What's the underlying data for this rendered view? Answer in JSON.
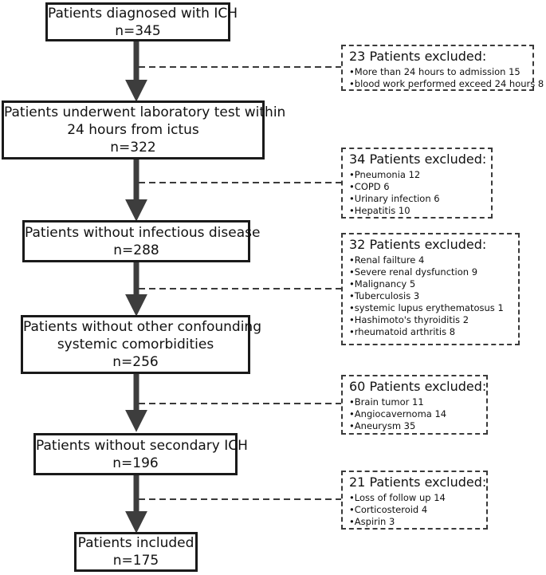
{
  "flow": {
    "steps": [
      {
        "lines": [
          "Patients diagnosed with ICH",
          "n=345"
        ]
      },
      {
        "lines": [
          "Patients underwent laboratory test within",
          "24 hours from ictus",
          "n=322"
        ]
      },
      {
        "lines": [
          "Patients without infectious disease",
          "n=288"
        ]
      },
      {
        "lines": [
          "Patients without other confounding",
          "systemic comorbidities",
          "n=256"
        ]
      },
      {
        "lines": [
          "Patients without secondary ICH",
          "n=196"
        ]
      },
      {
        "lines": [
          "Patients included",
          "n=175"
        ]
      }
    ],
    "exclusions": [
      {
        "title": "23 Patients excluded:",
        "items": [
          "•More than 24 hours to admission  15",
          "•blood work  performed  exceed  24 hours   8"
        ]
      },
      {
        "title": "34 Patients excluded:",
        "items": [
          "•Pneumonia  12",
          "•COPD 6",
          "•Urinary infection 6",
          "•Hepatitis 10"
        ]
      },
      {
        "title": "32 Patients excluded:",
        "items": [
          "•Renal failture  4",
          "•Severe renal dysfunction 9",
          "•Malignancy  5",
          "•Tuberculosis 3",
          "•systemic lupus erythematosus  1",
          "•Hashimoto's thyroiditis 2",
          "•rheumatoid arthritis 8"
        ]
      },
      {
        "title": "60 Patients excluded:",
        "items": [
          "•Brain tumor 11",
          "•Angiocavernoma 14",
          "•Aneurysm 35"
        ]
      },
      {
        "title": "21 Patients excluded:",
        "items": [
          "•Loss of follow up  14",
          "•Corticosteroid 4",
          "•Aspirin 3"
        ]
      }
    ]
  },
  "colors": {
    "arrow": "#3d3d3d",
    "border": "#1a1a1a",
    "dash": "#3a3a3a"
  }
}
